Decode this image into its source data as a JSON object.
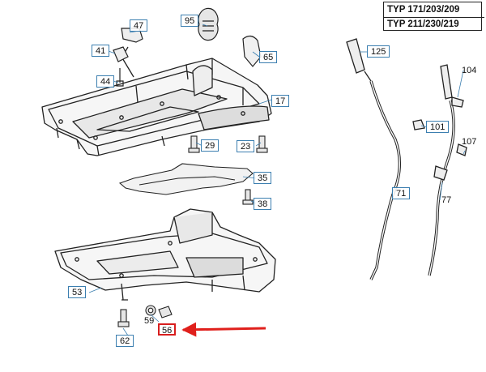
{
  "header": {
    "model_line_1": "TYP 171/203/209",
    "model_line_2": "TYP 211/230/219"
  },
  "callouts": [
    {
      "id": "47",
      "label": "47"
    },
    {
      "id": "95",
      "label": "95"
    },
    {
      "id": "41",
      "label": "41"
    },
    {
      "id": "44",
      "label": "44"
    },
    {
      "id": "65",
      "label": "65"
    },
    {
      "id": "125",
      "label": "125"
    },
    {
      "id": "104",
      "label": "104"
    },
    {
      "id": "17",
      "label": "17"
    },
    {
      "id": "101",
      "label": "101"
    },
    {
      "id": "107",
      "label": "107"
    },
    {
      "id": "29",
      "label": "29"
    },
    {
      "id": "23",
      "label": "23"
    },
    {
      "id": "35",
      "label": "35"
    },
    {
      "id": "38",
      "label": "38"
    },
    {
      "id": "71",
      "label": "71"
    },
    {
      "id": "77",
      "label": "77"
    },
    {
      "id": "53",
      "label": "53"
    },
    {
      "id": "59",
      "label": "59"
    },
    {
      "id": "56",
      "label": "56"
    },
    {
      "id": "62",
      "label": "62"
    }
  ],
  "highlight": {
    "target": "56",
    "arrow_color": "#e0201c"
  }
}
